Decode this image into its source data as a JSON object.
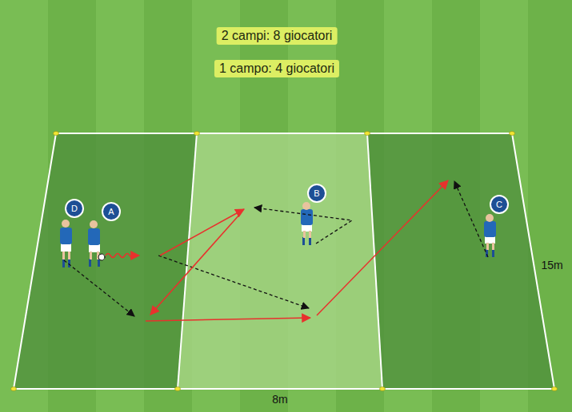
{
  "diagram": {
    "nodes": [
      {
        "text": [
          "2 campi: 8 giocatori"
        ]
      },
      {
        "text": [
          "1 campo: 4 giocatori"
        ]
      },
      {
        "text": [
          "D"
        ]
      },
      {
        "text": [
          "A"
        ]
      },
      {
        "text": [
          "B"
        ]
      },
      {
        "text": [
          "C"
        ]
      }
    ],
    "labels": [
      "15m",
      "8m"
    ]
  }
}
